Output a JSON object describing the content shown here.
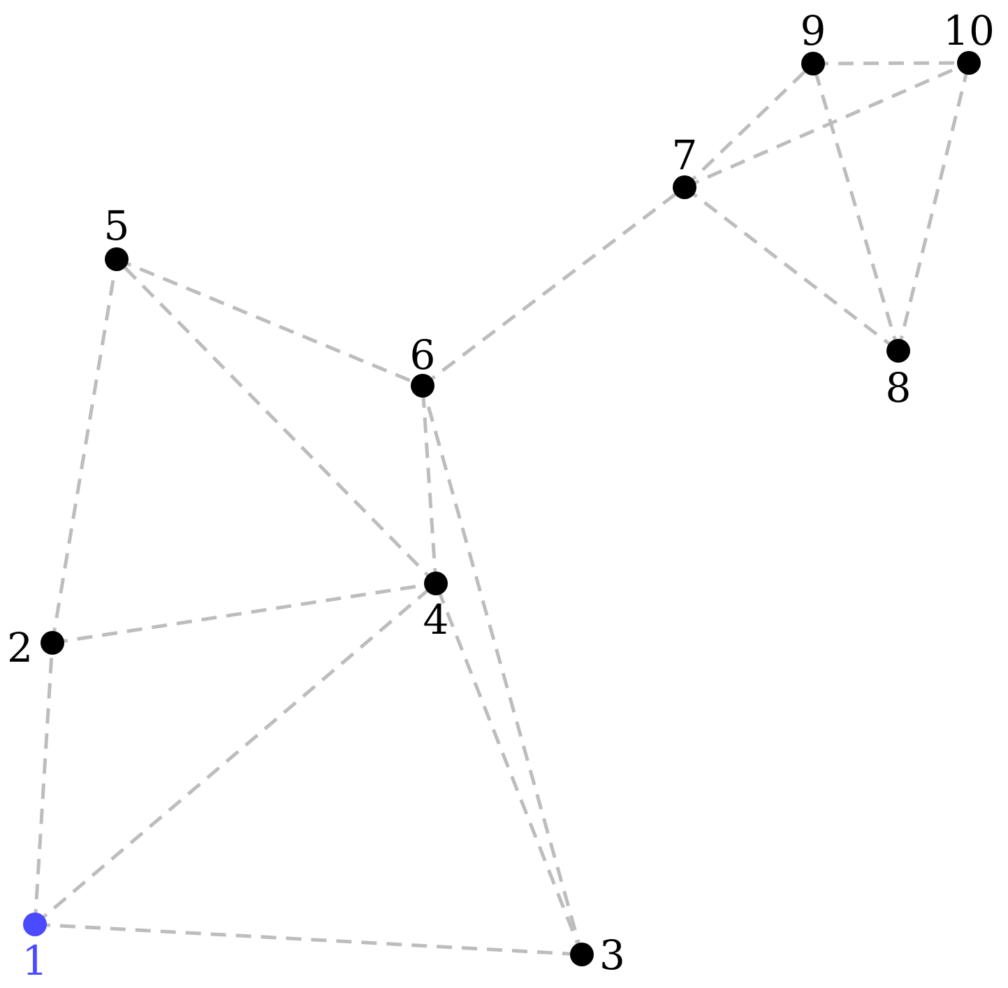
{
  "graph": {
    "nodes": [
      {
        "id": "1",
        "label": "1",
        "highlighted": true
      },
      {
        "id": "2",
        "label": "2",
        "highlighted": false
      },
      {
        "id": "3",
        "label": "3",
        "highlighted": false
      },
      {
        "id": "4",
        "label": "4",
        "highlighted": false
      },
      {
        "id": "5",
        "label": "5",
        "highlighted": false
      },
      {
        "id": "6",
        "label": "6",
        "highlighted": false
      },
      {
        "id": "7",
        "label": "7",
        "highlighted": false
      },
      {
        "id": "8",
        "label": "8",
        "highlighted": false
      },
      {
        "id": "9",
        "label": "9",
        "highlighted": false
      },
      {
        "id": "10",
        "label": "10",
        "highlighted": false
      }
    ],
    "edges": [
      [
        "1",
        "2"
      ],
      [
        "1",
        "3"
      ],
      [
        "1",
        "4"
      ],
      [
        "2",
        "4"
      ],
      [
        "2",
        "5"
      ],
      [
        "3",
        "4"
      ],
      [
        "3",
        "6"
      ],
      [
        "4",
        "5"
      ],
      [
        "4",
        "6"
      ],
      [
        "5",
        "6"
      ],
      [
        "6",
        "7"
      ],
      [
        "7",
        "8"
      ],
      [
        "7",
        "9"
      ],
      [
        "7",
        "10"
      ],
      [
        "8",
        "9"
      ],
      [
        "8",
        "10"
      ],
      [
        "9",
        "10"
      ]
    ]
  },
  "colors": {
    "node": "#000000",
    "highlight": "#4a4aff",
    "edge": "#bdbdbd",
    "label": "#000000"
  }
}
